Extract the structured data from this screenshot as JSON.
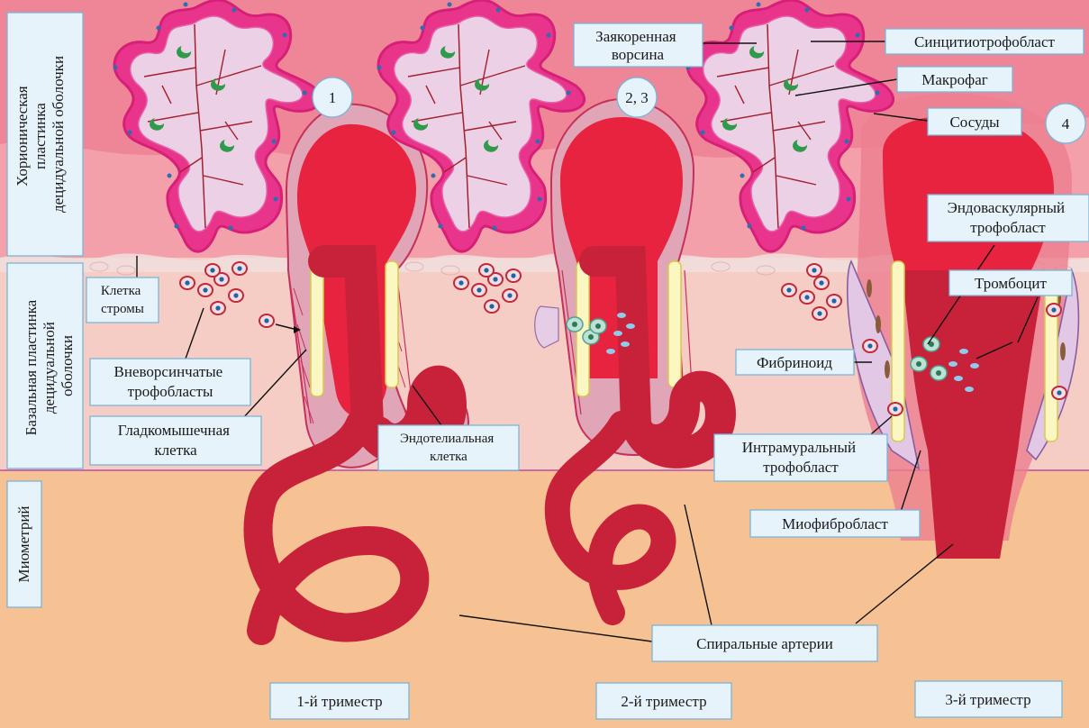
{
  "layers": {
    "chorionic": "Хорионическая пластинка децидуальной оболочки",
    "basal": "Базальная пластинка децидуальной оболочки",
    "myometrium": "Миометрий"
  },
  "stage_markers": [
    "1",
    "2, 3",
    "4"
  ],
  "labels": {
    "anchoring_villus": "Заякоренная ворсина",
    "syncytiotrophoblast": "Синцитиотрофобласт",
    "macrophage": "Макрофаг",
    "vessels": "Сосуды",
    "stromal_cell": "Клетка стромы",
    "extravillous_trophoblasts": "Вневорсинчатые трофобласты",
    "smooth_muscle_cell": "Гладкомышечная клетка",
    "endothelial_cell": "Эндотелиальная клетка",
    "endovascular_trophoblast": "Эндоваскулярный трофобласт",
    "platelet": "Тромбоцит",
    "fibrinoid": "Фибриноид",
    "intramural_trophoblast": "Интрамуральный трофобласт",
    "myofibroblast": "Миофибробласт",
    "spiral_arteries": "Спиральные артерии"
  },
  "trimesters": [
    "1-й триместр",
    "2-й триместр",
    "3-й триместр"
  ],
  "colors": {
    "chorionic_layer": "#f3a0ab",
    "basal_layer": "#f6cdc4",
    "myometrium": "#f6c193",
    "artery": "#c8213a",
    "villus_border": "#e8358b",
    "villus_fill": "#ecd0e6",
    "label_box": "#e7f3fb",
    "label_border": "#7ab5d9"
  }
}
